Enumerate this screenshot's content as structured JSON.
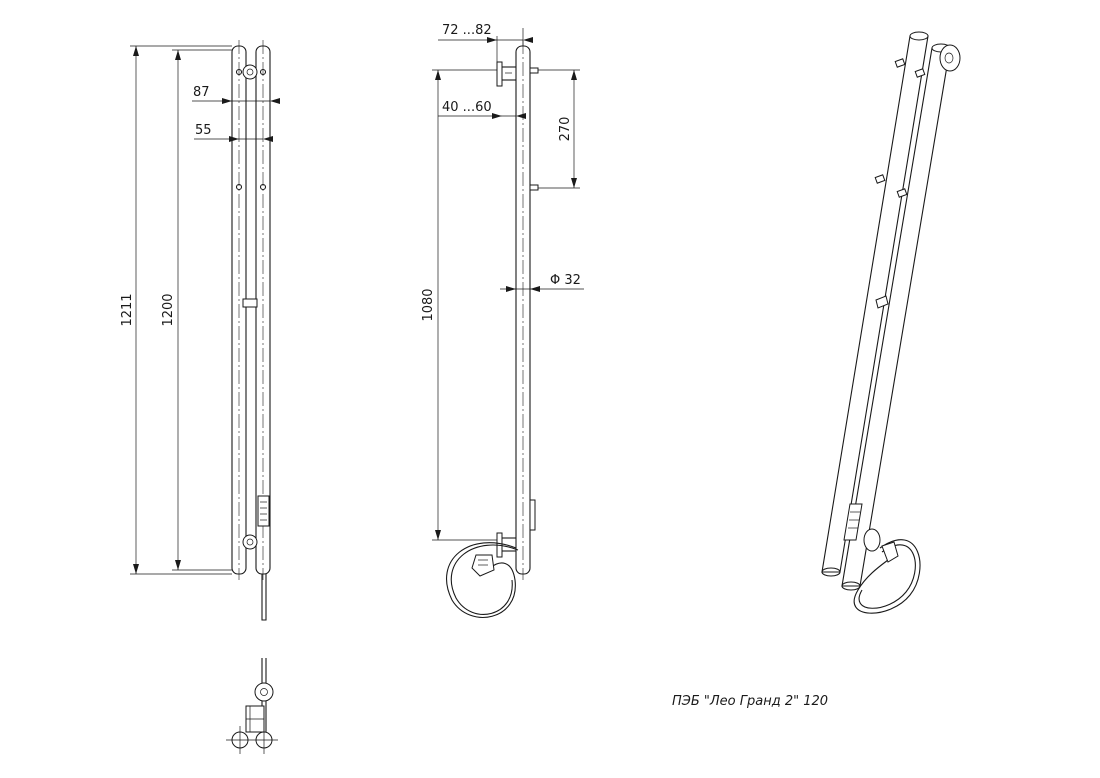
{
  "caption": "ПЭБ  \"Лео Гранд 2\" 120",
  "dimensions": {
    "total_height": "1211",
    "tube_length": "1200",
    "top_offset": "87",
    "tube_spacing": "55",
    "wall_offset_max": "72  ...82",
    "wall_offset_min": "40  ...60",
    "mount_spacing": "270",
    "mount_height": "1080",
    "tube_diameter": "Φ 32"
  },
  "colors": {
    "line": "#1a1a1a",
    "background": "#ffffff"
  }
}
